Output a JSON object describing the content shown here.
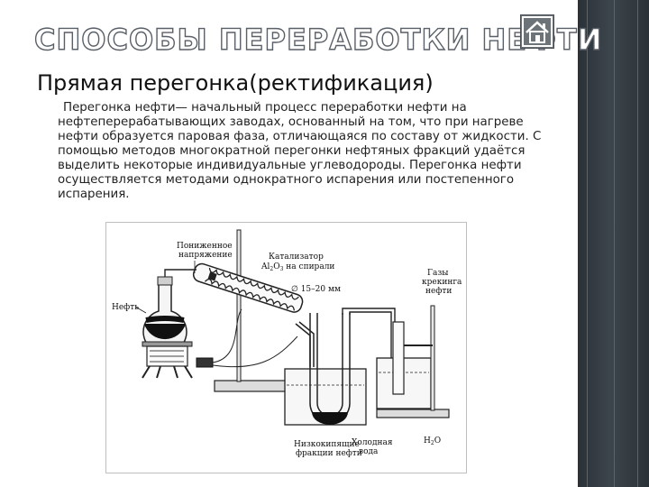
{
  "slide": {
    "title": "СПОСОБЫ ПЕРЕРАБОТКИ НЕФТИ",
    "subtitle": "Прямая перегонка(ректификация)",
    "body": "Перегонка нефти— начальный процесс переработки нефти на нефтеперерабатывающих заводах, основанный на том, что при нагреве нефти образуется паровая фаза, отличающаяся по составу от жидкости. С помощью методов многократной перегонки нефтяных фракций удаётся выделить некоторые индивидуальные углеводороды. Перегонка нефти осуществляется методами однократного испарения или постепенного испарения."
  },
  "nav": {
    "home_icon": "home-icon"
  },
  "figure": {
    "labels": {
      "voltage_1": "Пониженное",
      "voltage_2": "напряжение",
      "catalyst_1": "Катализатор",
      "catalyst_2a": "Al",
      "catalyst_2b": "2",
      "catalyst_2c": "O",
      "catalyst_2d": "3",
      "catalyst_2e": " на спирали",
      "diameter": "∅ 15–20 мм",
      "oil": "Нефть",
      "gases_1": "Газы",
      "gases_2": "крекинга",
      "gases_3": "нефти",
      "fractions_1": "Низкокипящие",
      "fractions_2": "фракции нефти",
      "water_1": "Холодная",
      "water_2": "вода",
      "h2o_a": "H",
      "h2o_b": "2",
      "h2o_c": "O"
    }
  },
  "colors": {
    "sidebar": "#3a4248",
    "title_stroke": "#5a6068",
    "home_button": "#6d7479"
  }
}
